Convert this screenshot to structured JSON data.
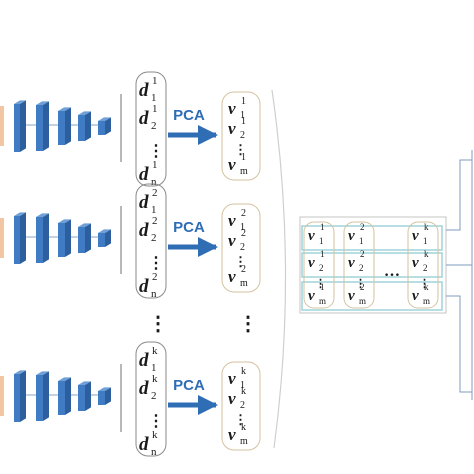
{
  "diagram": {
    "pca_label": "PCA",
    "vertical_ellipsis": "⋮",
    "horizontal_ellipsis": "…",
    "var_d": "d",
    "var_v": "v",
    "rows": [
      {
        "superscript": "1",
        "d_subscripts": [
          "1",
          "2",
          "n"
        ],
        "v_subscripts": [
          "1",
          "2",
          "m"
        ]
      },
      {
        "superscript": "2",
        "d_subscripts": [
          "1",
          "2",
          "n"
        ],
        "v_subscripts": [
          "1",
          "2",
          "m"
        ]
      },
      {
        "superscript": "k",
        "d_subscripts": [
          "1",
          "2",
          "n"
        ],
        "v_subscripts": [
          "1",
          "2",
          "m"
        ]
      }
    ],
    "matrix_columns": [
      {
        "superscript": "1",
        "subscripts": [
          "1",
          "2",
          "m"
        ]
      },
      {
        "superscript": "2",
        "subscripts": [
          "1",
          "2",
          "m"
        ]
      },
      {
        "superscript": "k",
        "subscripts": [
          "1",
          "2",
          "m"
        ]
      }
    ],
    "colors": {
      "cnn_block": "#3f7cc4",
      "cnn_block_dark": "#2d5f9e",
      "cnn_input": "#f3c6a3",
      "bracket": "#8a8a8a",
      "box_border": "#9fd3d8",
      "arrow": "#2f6db5",
      "connector": "#6a8fb5"
    }
  }
}
